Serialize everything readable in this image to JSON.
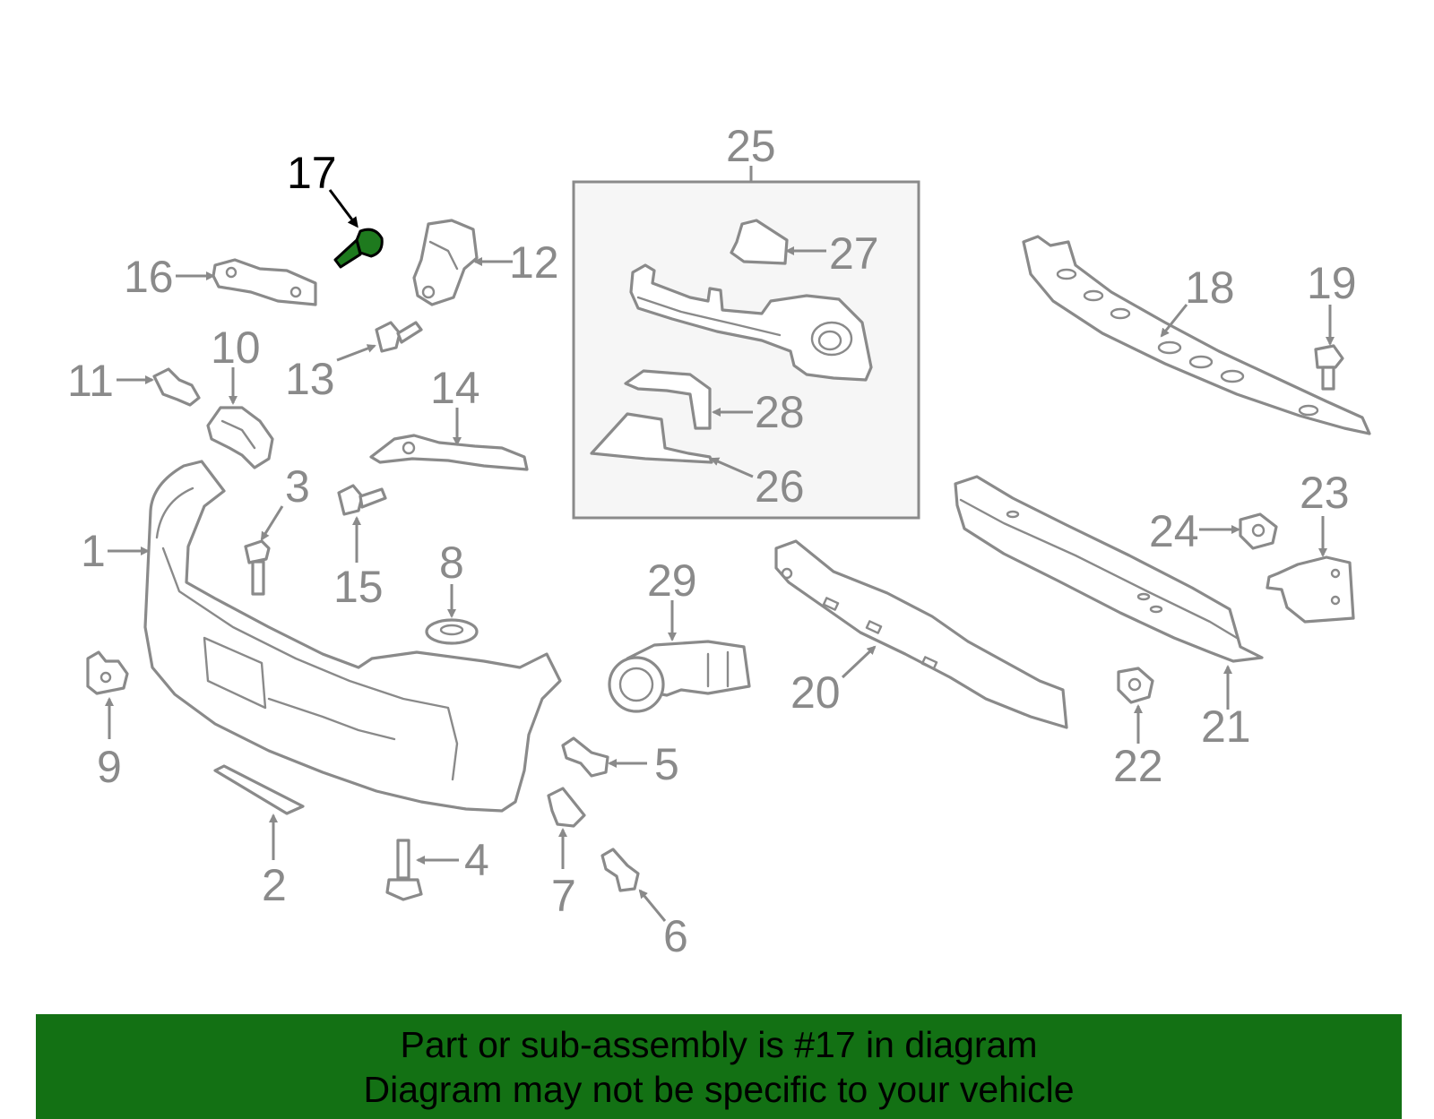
{
  "highlight_color": "#137114",
  "highlighted_part": "17",
  "callouts": {
    "c1": "1",
    "c2": "2",
    "c3": "3",
    "c4": "4",
    "c5": "5",
    "c6": "6",
    "c7": "7",
    "c8": "8",
    "c9": "9",
    "c10": "10",
    "c11": "11",
    "c12": "12",
    "c13": "13",
    "c14": "14",
    "c15": "15",
    "c16": "16",
    "c17": "17",
    "c18": "18",
    "c19": "19",
    "c20": "20",
    "c21": "21",
    "c22": "22",
    "c23": "23",
    "c24": "24",
    "c25": "25",
    "c26": "26",
    "c27": "27",
    "c28": "28",
    "c29": "29"
  },
  "banner": {
    "line1": "Part or sub-assembly is #17 in diagram",
    "line2": "Diagram may not be specific to your vehicle"
  }
}
